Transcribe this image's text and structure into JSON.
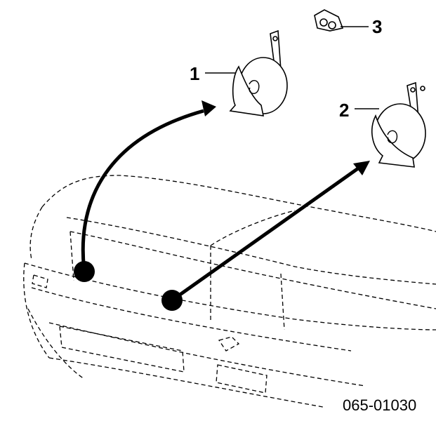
{
  "diagram": {
    "callouts": [
      {
        "number": "1",
        "part": "horn-low"
      },
      {
        "number": "2",
        "part": "horn-high"
      },
      {
        "number": "3",
        "part": "nut-bracket"
      }
    ],
    "figure_code": "065-01030"
  }
}
